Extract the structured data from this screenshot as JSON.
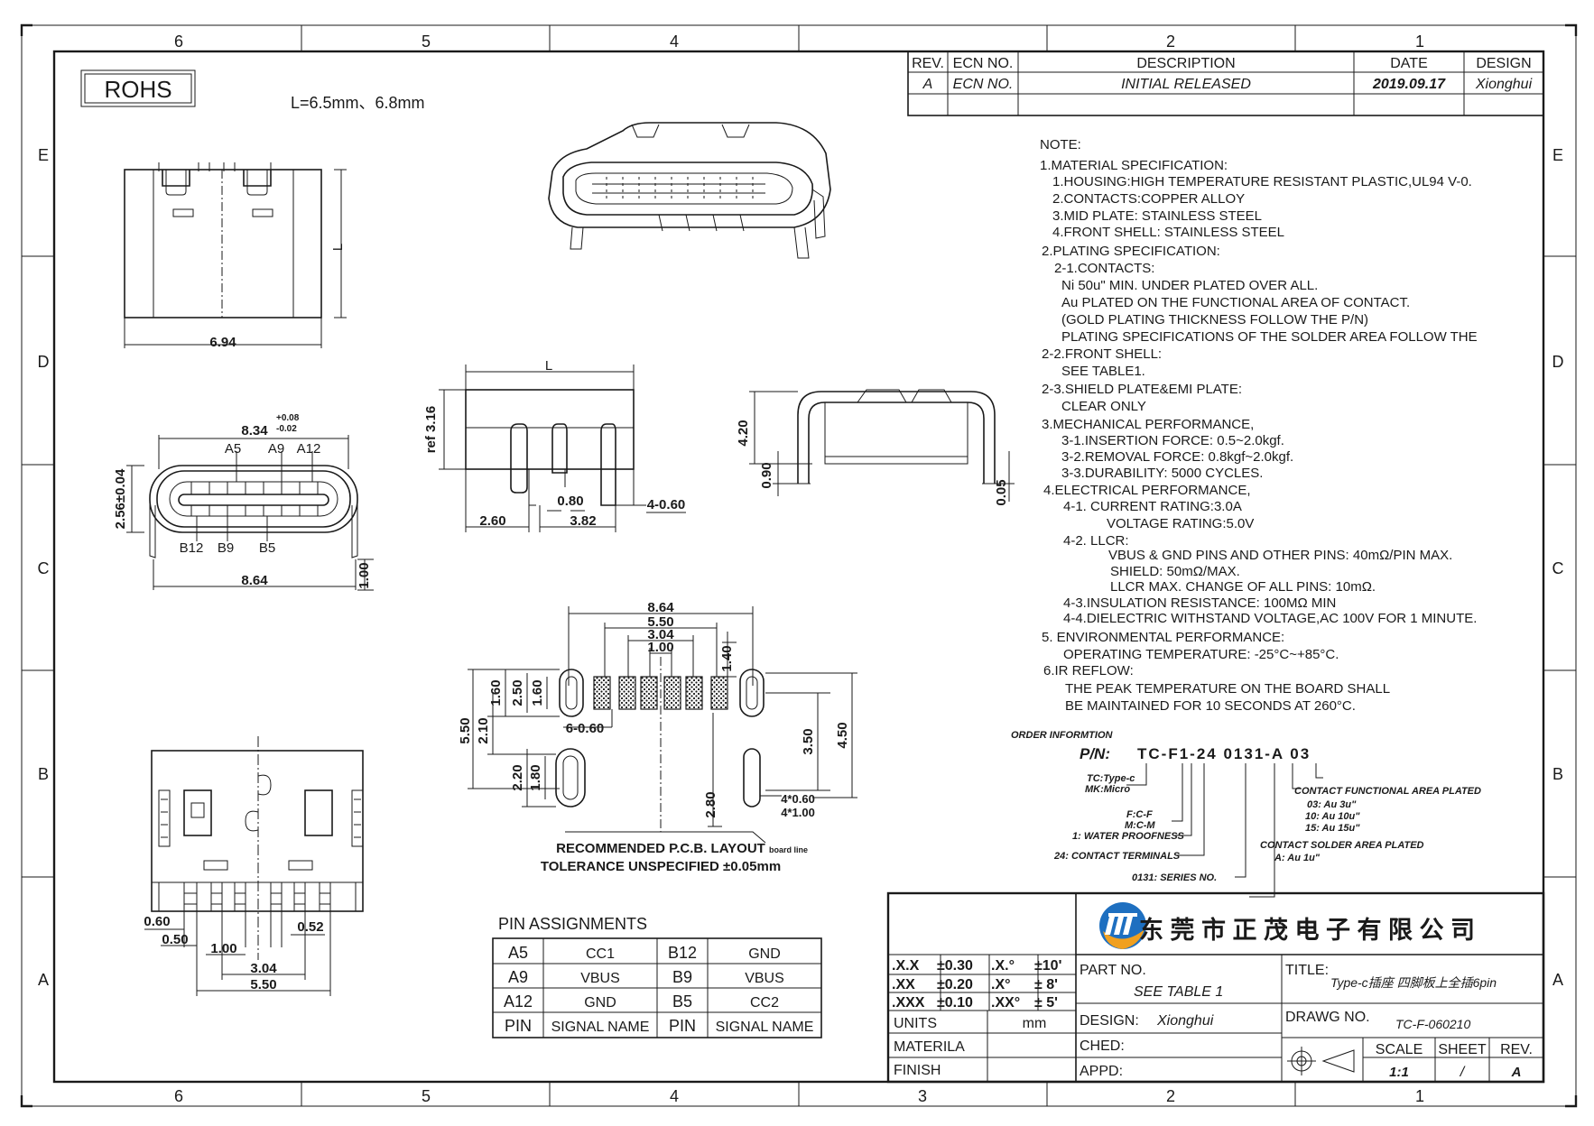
{
  "frame": {
    "columns_top": [
      "6",
      "5",
      "4",
      "",
      "2",
      "1"
    ],
    "columns_bottom": [
      "6",
      "5",
      "4",
      "3",
      "2",
      "1"
    ],
    "rows_left": [
      "E",
      "D",
      "C",
      "B",
      "A"
    ],
    "rows_right": [
      "E",
      "D",
      "C",
      "B",
      "A"
    ]
  },
  "rohs_label": "ROHS",
  "length_note": "L=6.5mm、6.8mm",
  "revision_table": {
    "headers": [
      "REV.",
      "ECN NO.",
      "DESCRIPTION",
      "DATE",
      "DESIGN"
    ],
    "rows": [
      [
        "A",
        "ECN NO.",
        "INITIAL RELEASED",
        "2019.09.17",
        "Xionghui"
      ]
    ]
  },
  "notes": [
    "NOTE:",
    "1.MATERIAL SPECIFICATION:",
    "1.HOUSING:HIGH TEMPERATURE RESISTANT PLASTIC,UL94 V-0.",
    "2.CONTACTS:COPPER ALLOY",
    "3.MID PLATE: STAINLESS STEEL",
    "4.FRONT SHELL: STAINLESS STEEL",
    "2.PLATING SPECIFICATION:",
    "2-1.CONTACTS:",
    "Ni 50u\" MIN. UNDER PLATED OVER ALL.",
    "Au PLATED ON THE FUNCTIONAL AREA OF CONTACT.",
    "(GOLD PLATING THICKNESS FOLLOW THE P/N)",
    "PLATING SPECIFICATIONS OF THE SOLDER AREA FOLLOW THE",
    "2-2.FRONT SHELL:",
    "SEE TABLE1.",
    "2-3.SHIELD PLATE&EMI PLATE:",
    "CLEAR ONLY",
    "3.MECHANICAL PERFORMANCE,",
    "3-1.INSERTION FORCE: 0.5~2.0kgf.",
    "3-2.REMOVAL FORCE: 0.8kgf~2.0kgf.",
    "3-3.DURABILITY: 5000 CYCLES.",
    "4.ELECTRICAL PERFORMANCE,",
    "4-1. CURRENT RATING:3.0A",
    "VOLTAGE RATING:5.0V",
    "4-2. LLCR:",
    "VBUS & GND PINS AND OTHER PINS: 40mΩ/PIN MAX.",
    "SHIELD: 50mΩ/MAX.",
    "LLCR MAX. CHANGE OF ALL PINS: 10mΩ.",
    "4-3.INSULATION RESISTANCE: 100MΩ MIN",
    "4-4.DIELECTRIC WITHSTAND VOLTAGE,AC 100V FOR 1 MINUTE.",
    "5. ENVIRONMENTAL PERFORMANCE:",
    "OPERATING TEMPERATURE: -25°C~+85°C.",
    "6.IR REFLOW:",
    "THE PEAK TEMPERATURE ON THE BOARD SHALL",
    "BE MAINTAINED FOR 10 SECONDS AT 260°C."
  ],
  "order_info": {
    "title": "ORDER INFORMTION",
    "pn_label": "P/N:",
    "pn_value": "TC-F1-24 0131-A 03",
    "labels": {
      "type": "TC:Type-c",
      "micro": "MK:Micro",
      "f": "F:C-F",
      "m": "M:C-M",
      "water": "1: WATER PROOFNESS",
      "terminals": "24: CONTACT TERMINALS",
      "series": "0131: SERIES NO.",
      "functional_title": "CONTACT FUNCTIONAL AREA PLATED",
      "functional_03": "03: Au 3u\"",
      "functional_10": "10: Au 10u\"",
      "functional_15": "15: Au 15u\"",
      "solder_title": "CONTACT SOLDER AREA PLATED",
      "solder_a": "A: Au 1u\""
    }
  },
  "dims": {
    "top_width": "6.94",
    "front_width": "8.34",
    "front_tol_up": "+0.08",
    "front_tol_dn": "-0.02",
    "front_height": "2.56±0.04",
    "front_bottom": "8.64",
    "front_pin_len": "1.00",
    "pin_a5": "A5",
    "pin_a9": "A9",
    "pin_a12": "A12",
    "pin_b12": "B12",
    "pin_b9": "B9",
    "pin_b5": "B5",
    "side_L": "L",
    "side_ref": "ref 3.16",
    "side_260": "2.60",
    "side_080": "0.80",
    "side_382": "3.82",
    "side_4x060": "4-0.60",
    "rear_420": "4.20",
    "rear_090": "0.90",
    "rear_005": "0.05",
    "pcb_864": "8.64",
    "pcb_550": "5.50",
    "pcb_304": "3.04",
    "pcb_100": "1.00",
    "pcb_140": "1.40",
    "pcb_160a": "1.60",
    "pcb_250": "2.50",
    "pcb_160b": "1.60",
    "pcb_6x060": "6-0.60",
    "pcb_550v": "5.50",
    "pcb_210": "2.10",
    "pcb_220": "2.20",
    "pcb_180": "1.80",
    "pcb_350": "3.50",
    "pcb_450": "4.50",
    "pcb_280": "2.80",
    "pcb_4x060": "4*0.60",
    "pcb_4x100": "4*1.00",
    "pcb_layout": "RECOMMENDED P.C.B. LAYOUT",
    "pcb_tol": "TOLERANCE UNSPECIFIED ±0.05mm",
    "pcb_edge": "board line",
    "bot_060": "0.60",
    "bot_050": "0.50",
    "bot_100": "1.00",
    "bot_052": "0.52",
    "bot_304": "3.04",
    "bot_550": "5.50"
  },
  "pin_table": {
    "title": "PIN ASSIGNMENTS",
    "rows": [
      [
        "A5",
        "CC1",
        "B12",
        "GND"
      ],
      [
        "A9",
        "VBUS",
        "B9",
        "VBUS"
      ],
      [
        "A12",
        "GND",
        "B5",
        "CC2"
      ],
      [
        "PIN",
        "SIGNAL NAME",
        "PIN",
        "SIGNAL NAME"
      ]
    ]
  },
  "title_block": {
    "company": "东 莞 市 正 茂 电 子 有 限 公 司",
    "tol_rows": [
      [
        ".X.X",
        "±0.30",
        ".X.°",
        "±10'"
      ],
      [
        ".XX",
        "±0.20",
        ".X°",
        "± 8'"
      ],
      [
        ".XXX",
        "±0.10",
        ".XX°",
        "± 5'"
      ]
    ],
    "units_label": "UNITS",
    "units_value": "mm",
    "materila_label": "MATERILA",
    "finish_label": "FINISH",
    "part_no_label": "PART NO.",
    "part_no_value": "SEE TABLE 1",
    "title_label": "TITLE:",
    "title_value": "Type-c插座 四脚板上全插6pin",
    "design_label": "DESIGN:",
    "design_value": "Xionghui",
    "drawg_label": "DRAWG NO.",
    "drawg_value": "TC-F-060210",
    "ched_label": "CHED:",
    "appd_label": "APPD:",
    "scale_label": "SCALE",
    "scale_value": "1:1",
    "sheet_label": "SHEET",
    "sheet_value": "/",
    "rev_label": "REV.",
    "rev_value": "A"
  },
  "colors": {
    "logo_blue": "#1e6fc0",
    "logo_orange": "#f0a020",
    "ink": "#1a1a1a"
  }
}
